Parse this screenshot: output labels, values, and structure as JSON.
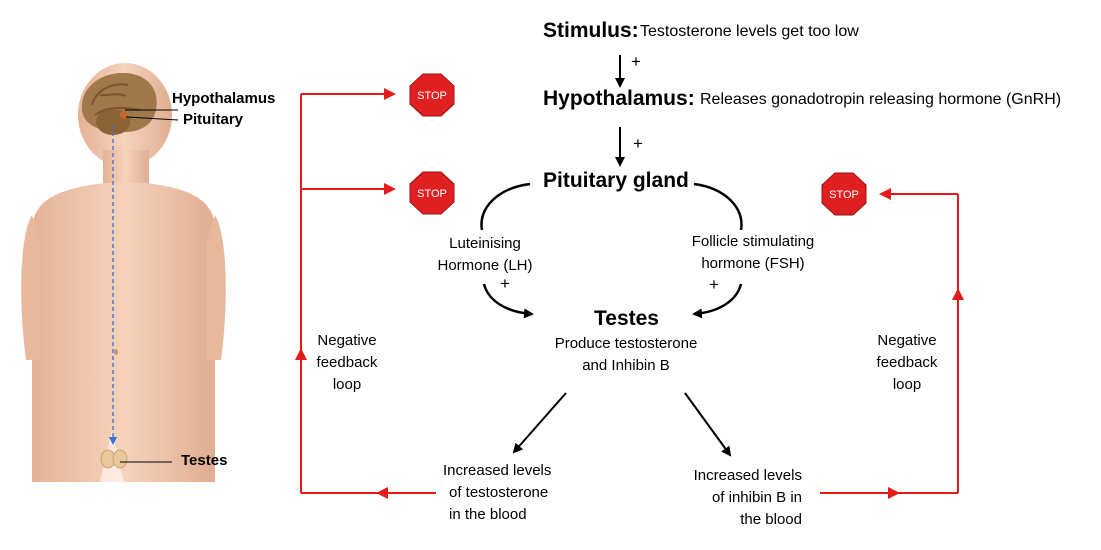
{
  "stimulus": {
    "heading": "Stimulus:",
    "text": "Testosterone levels get too low"
  },
  "hypothalamus": {
    "heading": "Hypothalamus:",
    "text": "Releases gonadotropin releasing hormone (GnRH)"
  },
  "pituitary": {
    "heading": "Pituitary gland"
  },
  "lh": {
    "line1": "Luteinising",
    "line2": "Hormone (LH)"
  },
  "fsh": {
    "line1": "Follicle stimulating",
    "line2": "hormone (FSH)"
  },
  "testes": {
    "heading": "Testes",
    "line1": "Produce testosterone",
    "line2": "and Inhibin B"
  },
  "testosterone_outcome": {
    "line1": "Increased levels",
    "line2": "of testosterone",
    "line3": "in the blood"
  },
  "inhibin_outcome": {
    "line1": "Increased levels",
    "line2": "of inhibin B in",
    "line3": "the blood"
  },
  "feedback_left": {
    "line1": "Negative",
    "line2": "feedback",
    "line3": "loop"
  },
  "feedback_right": {
    "line1": "Negative",
    "line2": "feedback",
    "line3": "loop"
  },
  "signs": {
    "plus": "+",
    "stop": "STOP"
  },
  "body_labels": {
    "hypothalamus": "Hypothalamus",
    "pituitary": "Pituitary",
    "testes": "Testes"
  },
  "colors": {
    "feedback_arrow": "#e31b1b",
    "stop_sign": "#e02020",
    "skin": "#f1c7ac",
    "brain": "#a0784a",
    "axis_arrow": "#3a6fd8"
  },
  "icons": [
    "stop-sign-icon",
    "human-body-icon",
    "brain-icon"
  ]
}
